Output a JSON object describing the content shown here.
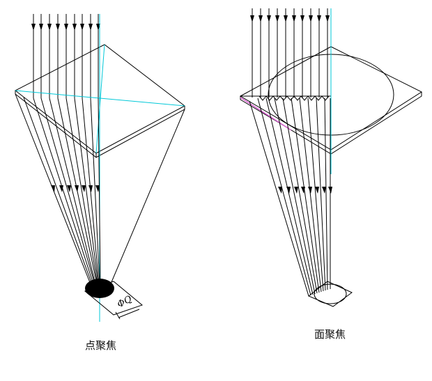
{
  "captions": {
    "point_focus": "点聚焦",
    "surface_focus": "面聚焦"
  },
  "dimension_label": "ΦQ",
  "colors": {
    "line": "#000000",
    "axis": "#00c8d8",
    "highlight": "#d860d0",
    "background": "#ffffff"
  }
}
